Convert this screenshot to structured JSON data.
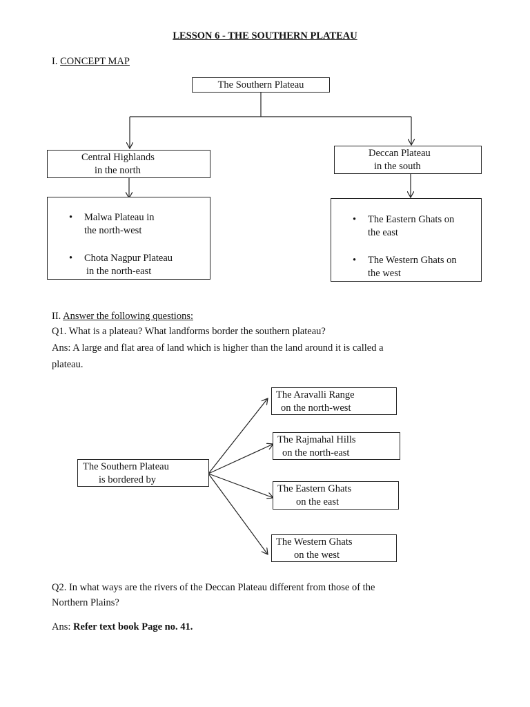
{
  "header": {
    "title": "LESSON 6 - THE SOUTHERN PLATEAU",
    "section1_prefix": "I. ",
    "section1_label": "CONCEPT MAP"
  },
  "concept_map": {
    "root": "The Southern Plateau",
    "left_title_1": "Central Highlands",
    "left_title_2": "in the north",
    "left_items": [
      {
        "line1": "Malwa Plateau in",
        "line2": "the north-west"
      },
      {
        "line1": "Chota Nagpur Plateau",
        "line2": "in the north-east"
      }
    ],
    "right_title_1": "Deccan Plateau",
    "right_title_2": "in the south",
    "right_items": [
      {
        "line1": "The Eastern Ghats on",
        "line2": "the east"
      },
      {
        "line1": "The Western Ghats on",
        "line2": "the west"
      }
    ]
  },
  "questions": {
    "section2_prefix": "II. ",
    "section2_label": "Answer the following questions:",
    "q1": "Q1. What is a plateau? What landforms border the southern plateau?",
    "a1_line1": "Ans: A large and flat area of land which is higher than the land around it is called a",
    "a1_line2": "plateau.",
    "q2_line1": "Q2. In what ways are the rivers of the Deccan Plateau different from those of the",
    "q2_line2": "Northern Plains?",
    "a2_prefix": "Ans: ",
    "a2_bold": "Refer text book Page no. 41."
  },
  "border_diagram": {
    "source_1": "The Southern Plateau",
    "source_2": "is bordered by",
    "targets": [
      {
        "line1": "The Aravalli Range",
        "line2": "on the north-west"
      },
      {
        "line1": "The Rajmahal Hills",
        "line2": "on the north-east"
      },
      {
        "line1": "The Eastern Ghats",
        "line2": "on the east"
      },
      {
        "line1": "The Western Ghats",
        "line2": "on the west"
      }
    ]
  }
}
